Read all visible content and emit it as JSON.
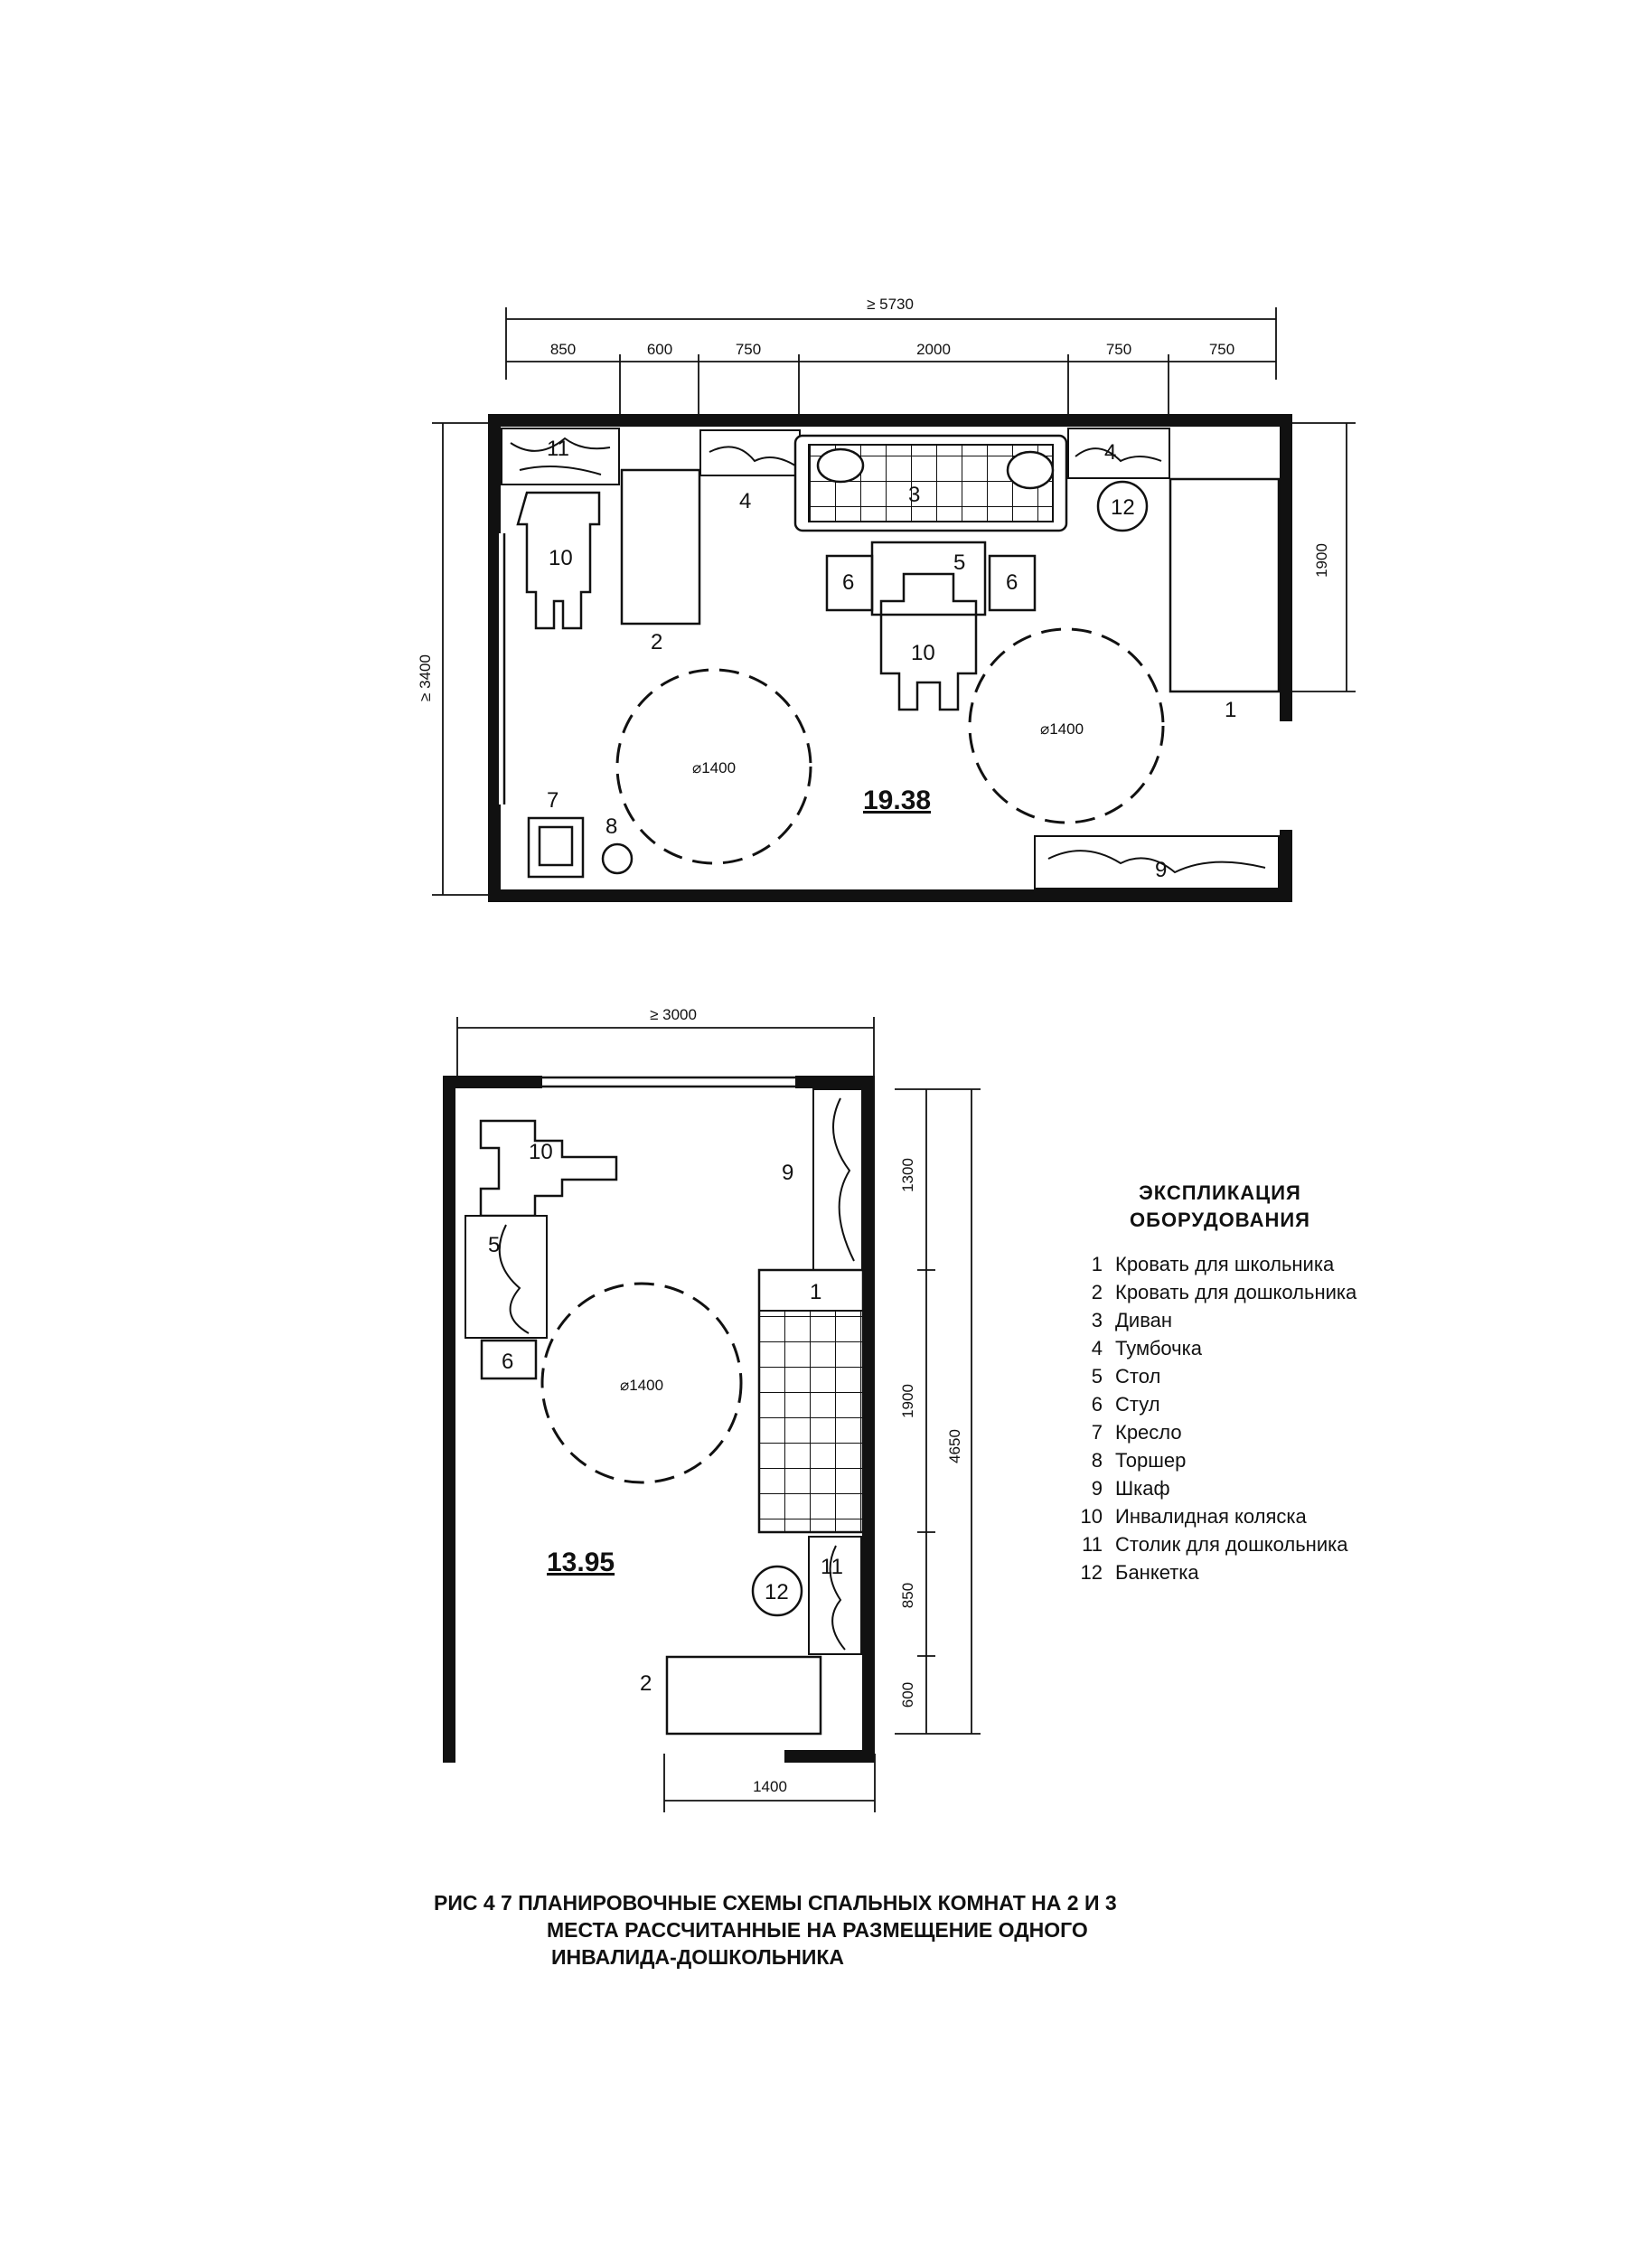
{
  "plan_top": {
    "area": "19.38",
    "overall_width": "≥ 5730",
    "overall_height": "≥ 3400",
    "segments": [
      "850",
      "600",
      "750",
      "2000",
      "750",
      "750"
    ],
    "side_dim": "1900",
    "circles": [
      "⌀1400",
      "⌀1400"
    ],
    "labels": {
      "l1": "1",
      "l2": "2",
      "l3": "3",
      "l4a": "4",
      "l4b": "4",
      "l5": "5",
      "l6a": "6",
      "l6b": "6",
      "l7": "7",
      "l8": "8",
      "l9": "9",
      "l10a": "10",
      "l10b": "10",
      "l11": "11",
      "l12": "12"
    }
  },
  "plan_bottom": {
    "area": "13.95",
    "overall_width": "≥ 3000",
    "bottom_dim": "1400",
    "side_dims": [
      "1300",
      "1900",
      "850",
      "600"
    ],
    "overall_height": "4650",
    "circle": "⌀1400",
    "labels": {
      "l1": "1",
      "l2": "2",
      "l5": "5",
      "l6": "6",
      "l9": "9",
      "l10": "10",
      "l11": "11",
      "l12": "12"
    }
  },
  "legend": {
    "title_line1": "ЭКСПЛИКАЦИЯ",
    "title_line2": "ОБОРУДОВАНИЯ",
    "items": [
      {
        "num": "1",
        "text": "Кровать для школьника"
      },
      {
        "num": "2",
        "text": "Кровать для дошкольника"
      },
      {
        "num": "3",
        "text": "Диван"
      },
      {
        "num": "4",
        "text": "Тумбочка"
      },
      {
        "num": "5",
        "text": "Стол"
      },
      {
        "num": "6",
        "text": "Стул"
      },
      {
        "num": "7",
        "text": "Кресло"
      },
      {
        "num": "8",
        "text": "Торшер"
      },
      {
        "num": "9",
        "text": "Шкаф"
      },
      {
        "num": "10",
        "text": "Инвалидная коляска"
      },
      {
        "num": "11",
        "text": "Столик для дошкольника"
      },
      {
        "num": "12",
        "text": "Банкетка"
      }
    ]
  },
  "caption": {
    "line1": "РИС 4 7  ПЛАНИРОВОЧНЫЕ СХЕМЫ СПАЛЬНЫХ КОМНАТ НА 2 И 3",
    "line2": "МЕСТА  РАССЧИТАННЫЕ НА РАЗМЕЩЕНИЕ ОДНОГО",
    "line3": "ИНВАЛИДА-ДОШКОЛЬНИКА"
  }
}
